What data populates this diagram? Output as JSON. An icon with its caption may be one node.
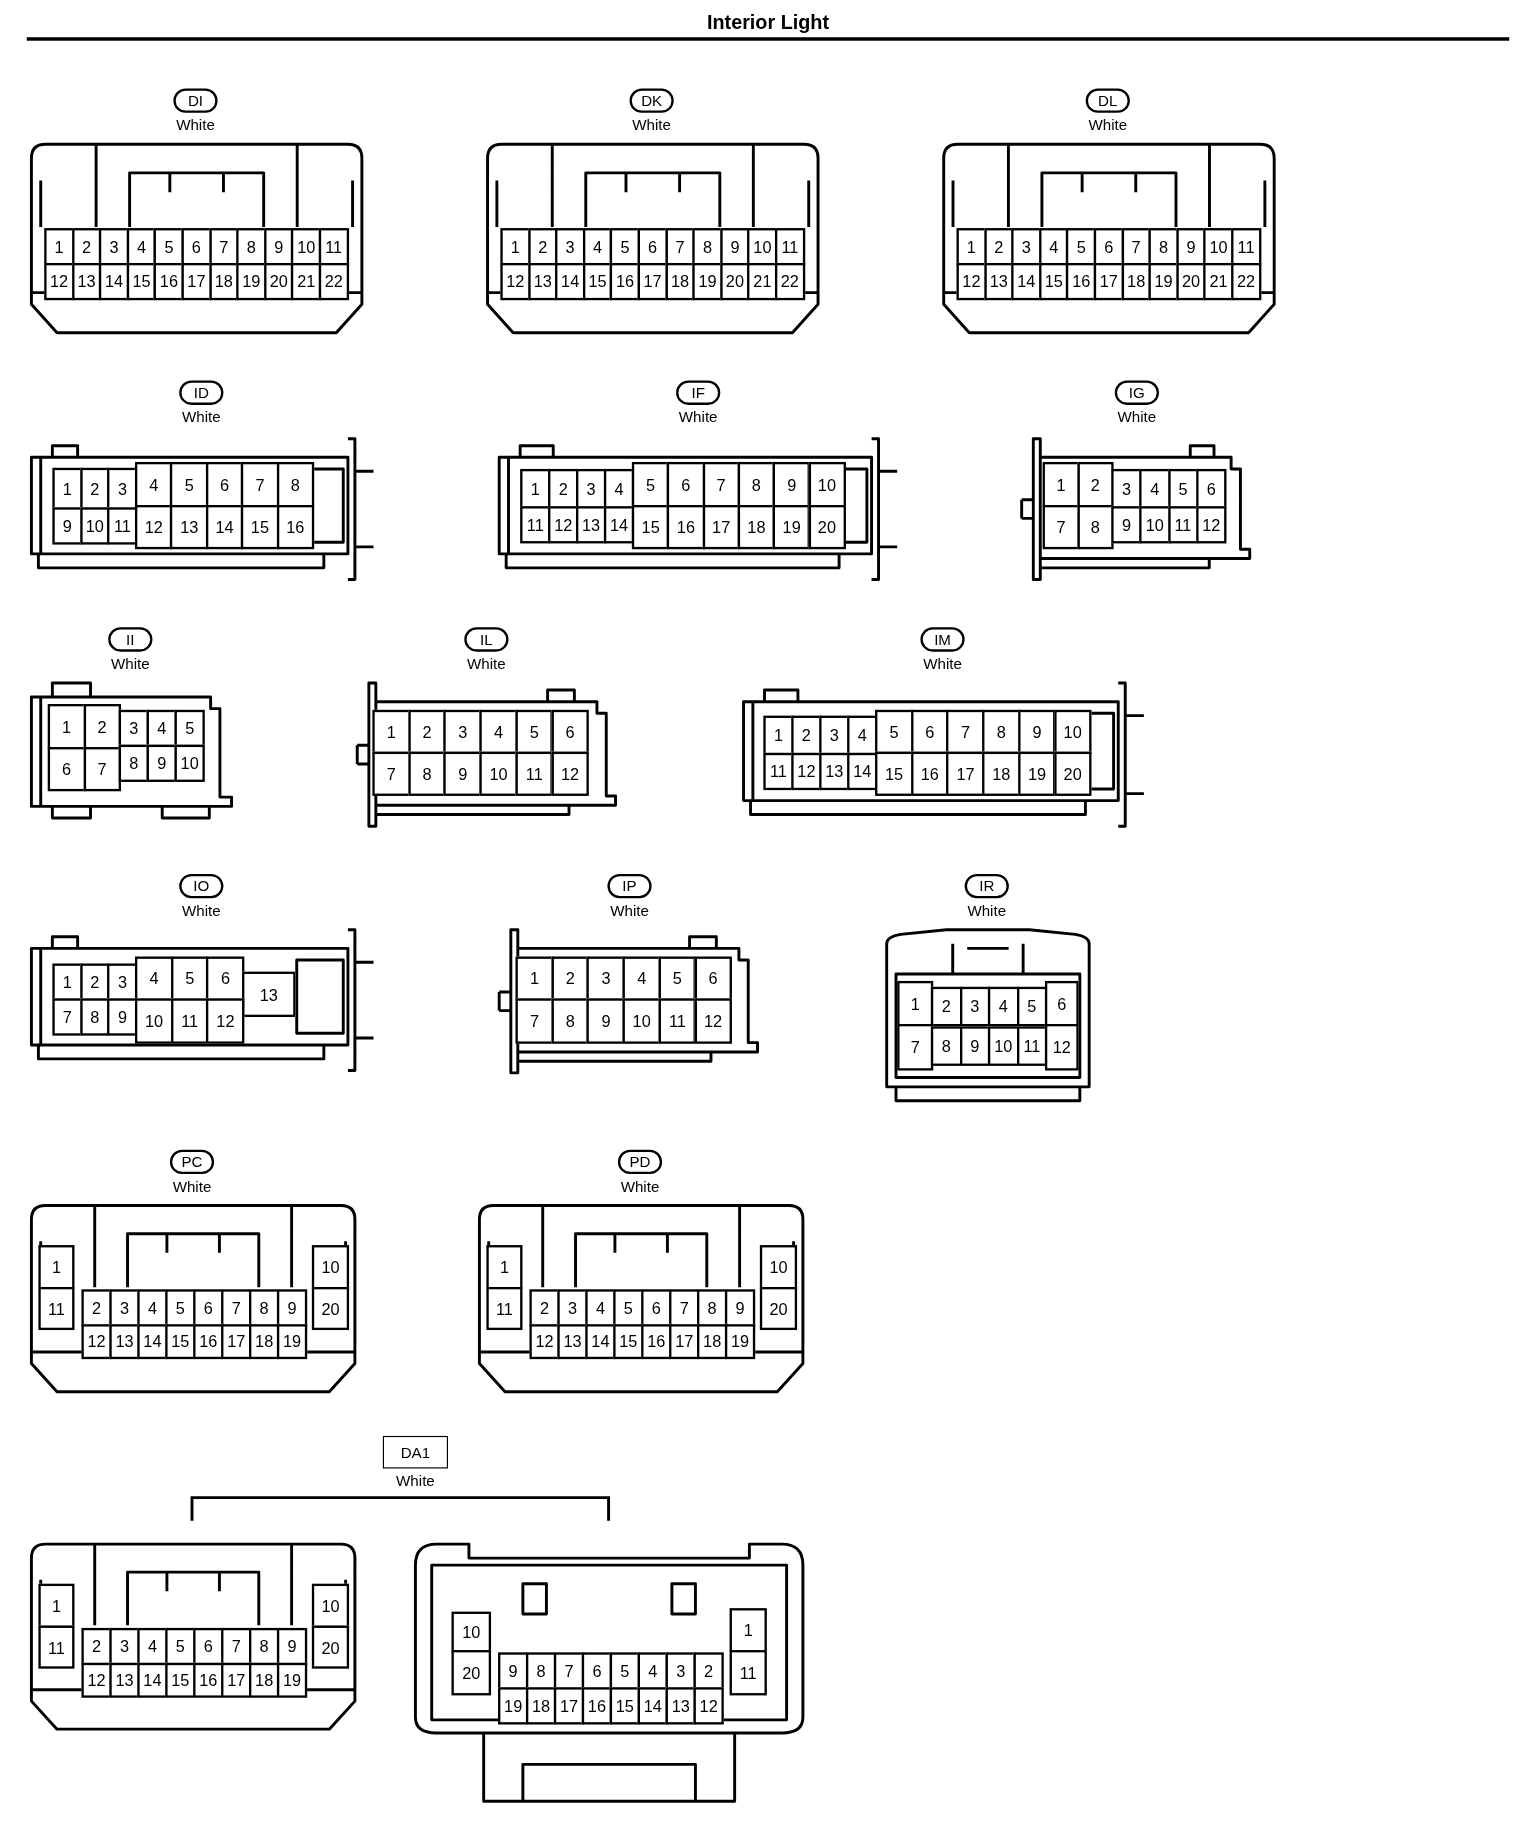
{
  "diagram": {
    "title": "Interior Light",
    "nodes": [
      {
        "text": [
          "DI"
        ],
        "beside": [
          "White"
        ]
      },
      {
        "text": [
          "1",
          "2",
          "3",
          "4",
          "5",
          "6",
          "7",
          "8",
          "9",
          "10",
          "11",
          "12",
          "13",
          "14",
          "15",
          "16",
          "17",
          "18",
          "19",
          "20",
          "21",
          "22"
        ]
      },
      {
        "text": [
          "DK"
        ],
        "beside": [
          "White"
        ]
      },
      {
        "text": [
          "1",
          "2",
          "3",
          "4",
          "5",
          "6",
          "7",
          "8",
          "9",
          "10",
          "11",
          "12",
          "13",
          "14",
          "15",
          "16",
          "17",
          "18",
          "19",
          "20",
          "21",
          "22"
        ]
      },
      {
        "text": [
          "DL"
        ],
        "beside": [
          "White"
        ]
      },
      {
        "text": [
          "1",
          "2",
          "3",
          "4",
          "5",
          "6",
          "7",
          "8",
          "9",
          "10",
          "11",
          "12",
          "13",
          "14",
          "15",
          "16",
          "17",
          "18",
          "19",
          "20",
          "21",
          "22"
        ]
      },
      {
        "text": [
          "ID"
        ],
        "beside": [
          "White"
        ]
      },
      {
        "text": [
          "1",
          "2",
          "3",
          "4",
          "5",
          "6",
          "7",
          "8",
          "9",
          "10",
          "11",
          "12",
          "13",
          "14",
          "15",
          "16"
        ]
      },
      {
        "text": [
          "IF"
        ],
        "beside": [
          "White"
        ]
      },
      {
        "text": [
          "1",
          "2",
          "3",
          "4",
          "5",
          "6",
          "7",
          "8",
          "9",
          "10",
          "11",
          "12",
          "13",
          "14",
          "15",
          "16",
          "17",
          "18",
          "19",
          "20"
        ]
      },
      {
        "text": [
          "IG"
        ],
        "beside": [
          "White"
        ]
      },
      {
        "text": [
          "1",
          "2",
          "3",
          "4",
          "5",
          "6",
          "7",
          "8",
          "9",
          "10",
          "11",
          "12"
        ]
      },
      {
        "text": [
          "II"
        ],
        "beside": [
          "White"
        ]
      },
      {
        "text": [
          "1",
          "2",
          "3",
          "4",
          "5",
          "6",
          "7",
          "8",
          "9",
          "10"
        ]
      },
      {
        "text": [
          "IL"
        ],
        "beside": [
          "White"
        ]
      },
      {
        "text": [
          "1",
          "2",
          "3",
          "4",
          "5",
          "6",
          "7",
          "8",
          "9",
          "10",
          "11",
          "12"
        ]
      },
      {
        "text": [
          "IM"
        ],
        "beside": [
          "White"
        ]
      },
      {
        "text": [
          "1",
          "2",
          "3",
          "4",
          "5",
          "6",
          "7",
          "8",
          "9",
          "10",
          "11",
          "12",
          "13",
          "14",
          "15",
          "16",
          "17",
          "18",
          "19",
          "20"
        ]
      },
      {
        "text": [
          "IO"
        ],
        "beside": [
          "White"
        ]
      },
      {
        "text": [
          "1",
          "2",
          "3",
          "4",
          "5",
          "6",
          "13",
          "7",
          "8",
          "9",
          "10",
          "11",
          "12"
        ]
      },
      {
        "text": [
          "IP"
        ],
        "beside": [
          "White"
        ]
      },
      {
        "text": [
          "1",
          "2",
          "3",
          "4",
          "5",
          "6",
          "7",
          "8",
          "9",
          "10",
          "11",
          "12"
        ]
      },
      {
        "text": [
          "IR"
        ],
        "beside": [
          "White"
        ]
      },
      {
        "text": [
          "1",
          "2",
          "3",
          "4",
          "5",
          "6",
          "7",
          "8",
          "9",
          "10",
          "11",
          "12"
        ]
      },
      {
        "text": [
          "PC"
        ],
        "beside": [
          "White"
        ]
      },
      {
        "text": [
          "1",
          "10",
          "11",
          "2",
          "3",
          "4",
          "5",
          "6",
          "7",
          "8",
          "9",
          "20",
          "12",
          "13",
          "14",
          "15",
          "16",
          "17",
          "18",
          "19"
        ]
      },
      {
        "text": [
          "PD"
        ],
        "beside": [
          "White"
        ]
      },
      {
        "text": [
          "1",
          "10",
          "11",
          "2",
          "3",
          "4",
          "5",
          "6",
          "7",
          "8",
          "9",
          "20",
          "12",
          "13",
          "14",
          "15",
          "16",
          "17",
          "18",
          "19"
        ]
      },
      {
        "text": [
          "DA1"
        ],
        "beside": [
          "White"
        ]
      },
      {
        "text": [
          "1",
          "10",
          "11",
          "2",
          "3",
          "4",
          "5",
          "6",
          "7",
          "8",
          "9",
          "20",
          "12",
          "13",
          "14",
          "15",
          "16",
          "17",
          "18",
          "19"
        ]
      },
      {
        "text": [
          "10",
          "1",
          "20",
          "9",
          "8",
          "7",
          "6",
          "5",
          "4",
          "3",
          "2",
          "11",
          "19",
          "18",
          "17",
          "16",
          "15",
          "14",
          "13",
          "12"
        ]
      }
    ]
  }
}
